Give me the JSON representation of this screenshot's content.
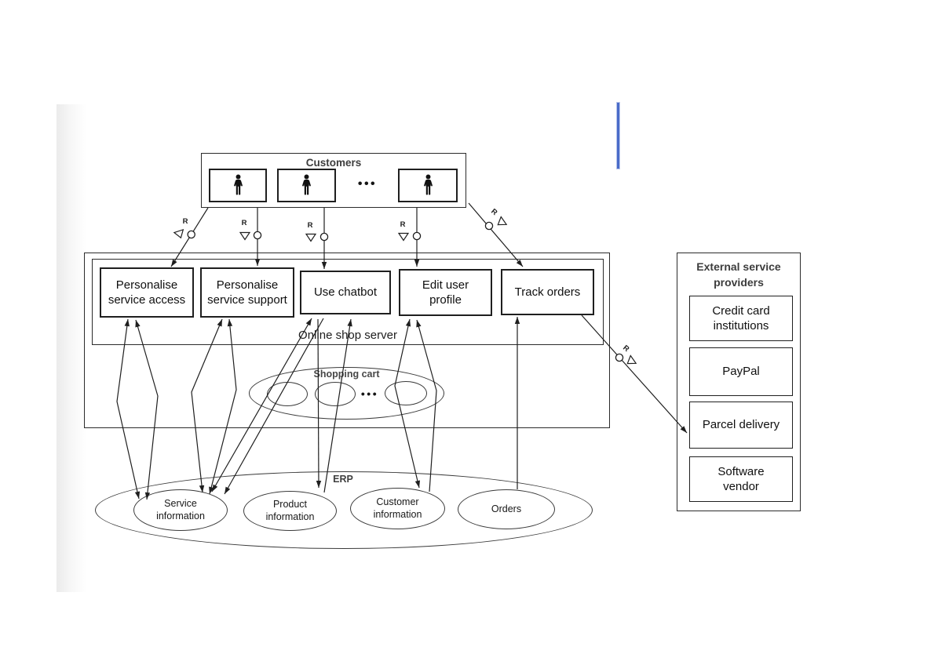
{
  "page": {
    "connector_label": "R",
    "customers": {
      "title": "Customers",
      "ellipsis": "•••"
    },
    "use_cases": [
      {
        "label": "Personalise service access"
      },
      {
        "label": "Personalise service support"
      },
      {
        "label": "Use chatbot"
      },
      {
        "label": "Edit user profile"
      },
      {
        "label": "Track orders"
      }
    ],
    "server": {
      "label": "Online shop server"
    },
    "shopping_cart": {
      "label": "Shopping cart",
      "ellipsis": "•••"
    },
    "erp": {
      "label": "ERP",
      "stores": [
        {
          "label": "Service information"
        },
        {
          "label": "Product information"
        },
        {
          "label": "Customer information"
        },
        {
          "label": "Orders"
        }
      ]
    },
    "external": {
      "title": "External service providers",
      "providers": [
        {
          "label": "Credit card institutions"
        },
        {
          "label": "PayPal"
        },
        {
          "label": "Parcel delivery"
        },
        {
          "label": "Software vendor"
        }
      ]
    }
  }
}
